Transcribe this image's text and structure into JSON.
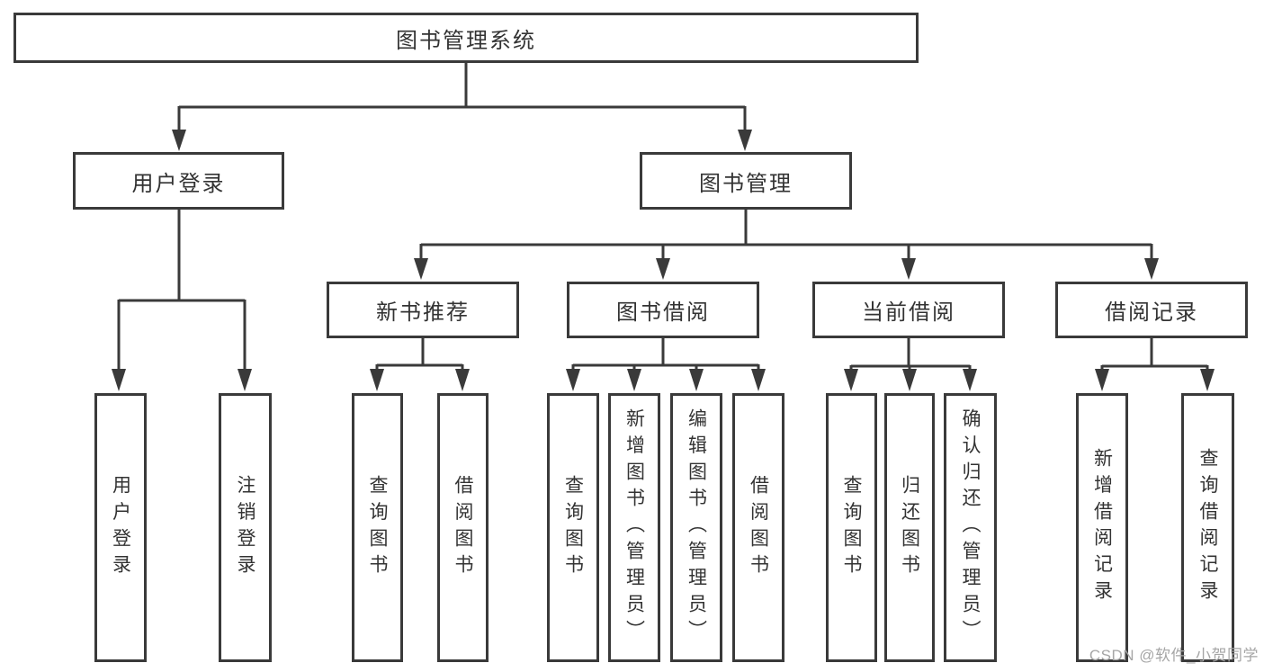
{
  "diagram": {
    "root": {
      "label": "图书管理系统"
    },
    "level2": [
      {
        "label": "用户登录"
      },
      {
        "label": "图书管理"
      }
    ],
    "level3": [
      {
        "label": "新书推荐",
        "parent": "图书管理"
      },
      {
        "label": "图书借阅",
        "parent": "图书管理"
      },
      {
        "label": "当前借阅",
        "parent": "图书管理"
      },
      {
        "label": "借阅记录",
        "parent": "图书管理"
      }
    ],
    "leaves": [
      {
        "label": "用户登录",
        "parent": "用户登录"
      },
      {
        "label": "注销登录",
        "parent": "用户登录"
      },
      {
        "label": "查询图书",
        "parent": "新书推荐"
      },
      {
        "label": "借阅图书",
        "parent": "新书推荐"
      },
      {
        "label": "查询图书",
        "parent": "图书借阅"
      },
      {
        "label": "新增图书（管理员）",
        "parent": "图书借阅"
      },
      {
        "label": "编辑图书（管理员）",
        "parent": "图书借阅"
      },
      {
        "label": "借阅图书",
        "parent": "图书借阅"
      },
      {
        "label": "查询图书",
        "parent": "当前借阅"
      },
      {
        "label": "归还图书",
        "parent": "当前借阅"
      },
      {
        "label": "确认归还（管理员）",
        "parent": "当前借阅"
      },
      {
        "label": "新增借阅记录",
        "parent": "借阅记录"
      },
      {
        "label": "查询借阅记录",
        "parent": "借阅记录"
      }
    ],
    "watermark": "CSDN @软件_小贺同学",
    "colors": {
      "line": "#3a3a3a",
      "text": "#333333",
      "watermark_gray": "#a6a6a6",
      "background": "#ffffff"
    }
  }
}
